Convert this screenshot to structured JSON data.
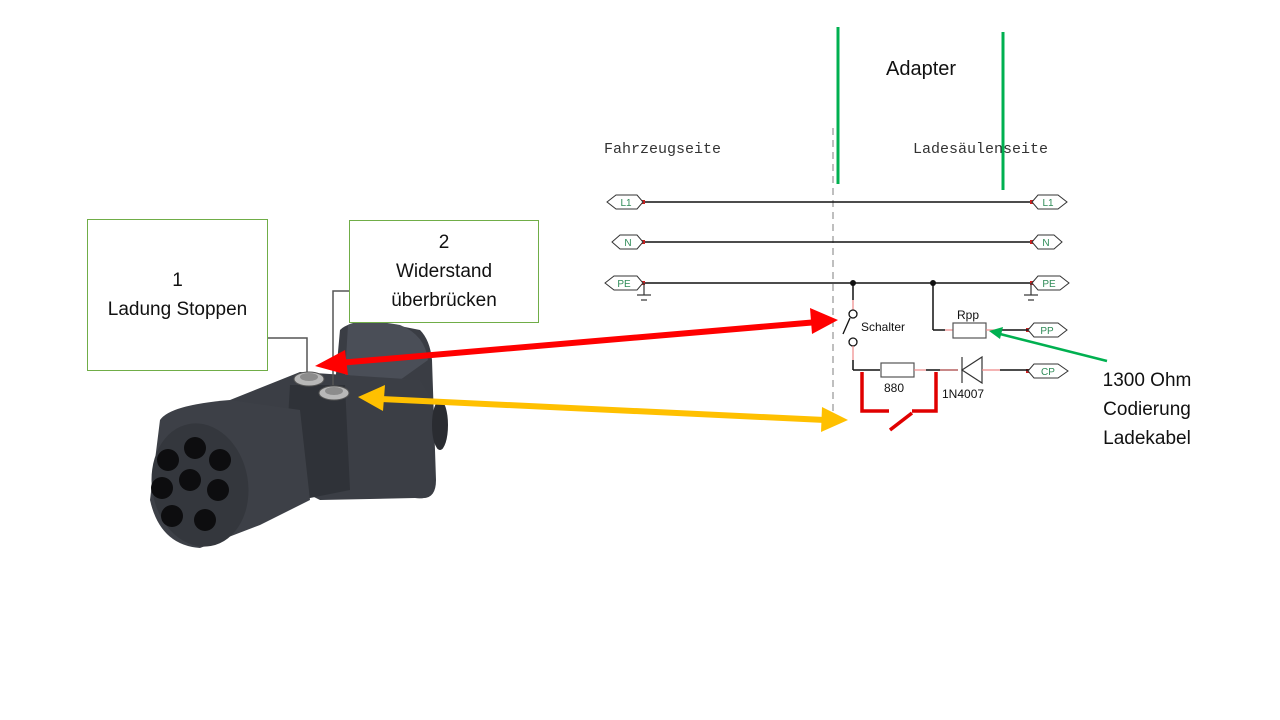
{
  "callouts": [
    {
      "number": "1",
      "text": "Ladung Stoppen"
    },
    {
      "number": "2",
      "text_line1": "Widerstand",
      "text_line2": "überbrücken"
    }
  ],
  "schematic": {
    "title": "Adapter",
    "left_side": "Fahrzeugseite",
    "right_side": "Ladesäulenseite",
    "terminals_left": [
      "L1",
      "N",
      "PE"
    ],
    "terminals_right": [
      "L1",
      "N",
      "PE",
      "PP",
      "CP"
    ],
    "switch_label": "Schalter",
    "resistor_pp_label": "Rpp",
    "resistor_cp_label": "880",
    "diode_label": "1N4007"
  },
  "annotation": {
    "line1": "1300 Ohm",
    "line2": "Codierung",
    "line3": "Ladekabel"
  },
  "colors": {
    "adapter_border": "#00b050",
    "red_arrow": "#ff0000",
    "yellow_arrow": "#ffc000",
    "green_arrow": "#00b050",
    "callout_border": "#70ad47",
    "terminal_text": "#2e8b57"
  }
}
